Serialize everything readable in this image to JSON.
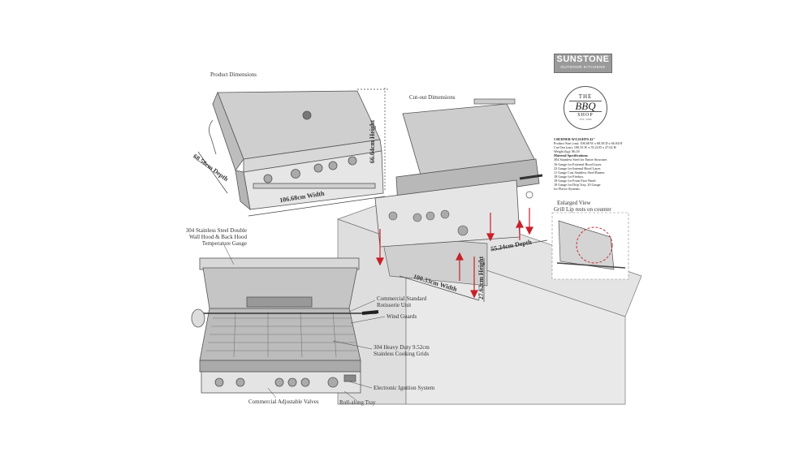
{
  "labels": {
    "product_dimensions": "Product Dimensions",
    "cutout_dimensions": "Cut-out Dimensions",
    "enlarged_view": "Enlarged View",
    "grill_lip": "Grill Lip rests on counter",
    "hood_gauge": "304 Stainless Steel Double Wall Hood & Back Hood Temperature Gauge",
    "rotisserie": "Commercial Standard Rotisserie Unit",
    "wind_guards": "Wind Guards",
    "cooking_grids": "304 Heavy Duty 9.52cm Stainless Cooking Grids",
    "ignition": "Electronic Ignition System",
    "valves": "Commercial Adjustable Valves",
    "tray": "Roll-along Tray"
  },
  "dimensions": {
    "product_depth": "68.58cm Depth",
    "product_width": "106.68cm Width",
    "product_height": "66.04cm Height",
    "cutout_depth": "55.24cm Depth",
    "cutout_width": "100.33cm Width",
    "cutout_height": "27.62cm Height"
  },
  "logo": {
    "name": "SUNSTONE",
    "tagline": "OUTDOOR KITCHENS"
  },
  "bbq_shop": {
    "the": "THE",
    "bbq": "BBQ",
    "shop": "SHOP",
    "est": "EST. 2006"
  },
  "spec": {
    "title": "5 BURNER W/LIGHTS 42\"",
    "lines": [
      "Product Size (cm): 106.68 W x 68.58 D x 66.04 H",
      "Cut-Out (cm): 100.33 W x 55.24 D x 27.62 H",
      "Weight (kg): 86.18",
      "Material Specifications:",
      "304 Stainless Steel for Entire Structure.",
      "16 Gauge for External Hood Layer.",
      "22 Gauge for Internal Hood Layer.",
      "11 Gauge Cast Stainless Steel Burner.",
      "18 Gauge for Firebox.",
      "18 Gauge for Front Face Panel.",
      "18 Gauge for Drip Tray, 20 Gauge",
      "for Flavor Systems."
    ]
  },
  "colors": {
    "steel": "#d9d9d9",
    "steel_dark": "#8c8c8c",
    "counter": "#e2e2e2",
    "arrow_red": "#c8202a",
    "logo_bg": "#9a9a9a"
  }
}
